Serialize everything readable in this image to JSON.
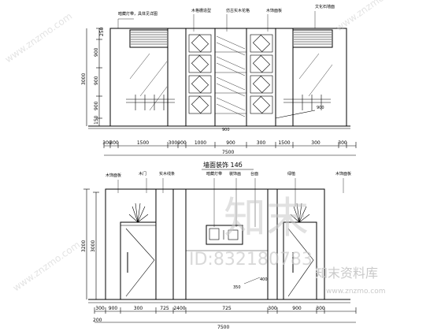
{
  "drawing": {
    "title": "墙面装饰 14б"
  },
  "elevation_a": {
    "horizontal_dims": [
      "300",
      "300",
      "1500",
      "300",
      "900",
      "1000",
      "900",
      "300",
      "1500",
      "300",
      "300"
    ],
    "total_width": "7500",
    "vertical_dims": {
      "top": "250",
      "middle_upper": "900",
      "middle": "900",
      "middle_lower": "900",
      "bottom": "150",
      "overall": "3000"
    },
    "floor_marks": [
      "900",
      "900"
    ],
    "callouts": [
      "暗藏灯带，具体见详图",
      "木格栅造型",
      "仿古实木花格",
      "木饰面板",
      "文化石墙面"
    ]
  },
  "elevation_b": {
    "horizontal_dims": [
      "300",
      "900",
      "300",
      "725",
      "2400",
      "725",
      "300",
      "900",
      "300"
    ],
    "left_small_dims": [
      "200"
    ],
    "total_width": "7500",
    "vertical_dims": {
      "overall": "3200",
      "inner": "3000"
    },
    "floor_marks": [
      "350",
      "400"
    ],
    "callouts": [
      "木饰面板",
      "木门",
      "实木线条",
      "暗藏灯带",
      "装饰画",
      "台面",
      "绿植",
      "木饰面板"
    ]
  },
  "watermark": {
    "brand_cn": "知末",
    "brand_full_cn": "知末资料库",
    "id_text": "ID:832180783",
    "url": "www.znzmo.com"
  }
}
